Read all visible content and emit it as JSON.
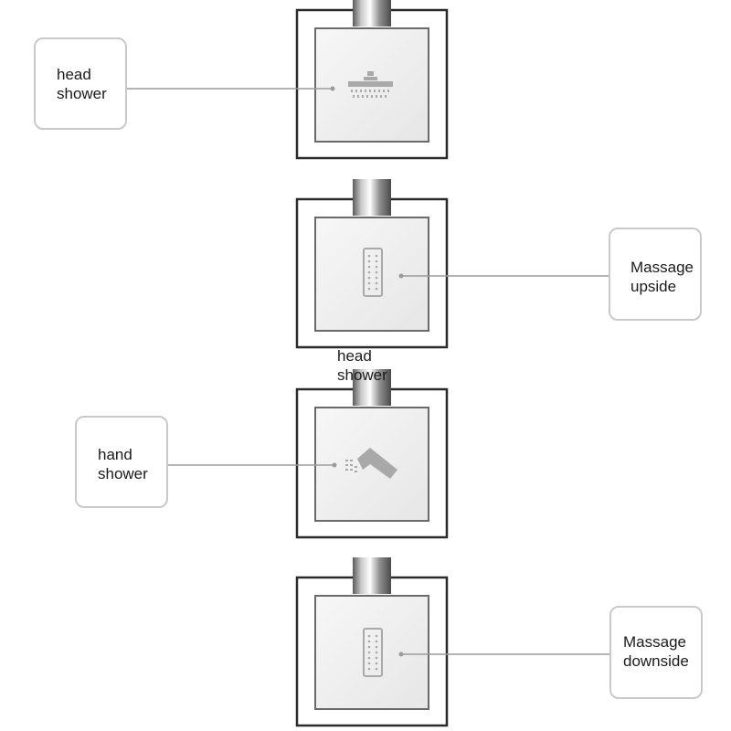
{
  "valves": [
    {
      "label_line1": "head",
      "label_line2": "shower",
      "icon": "head-shower-icon"
    },
    {
      "label_line1": "Massage",
      "label_line2": "upside",
      "icon": "massage-jet-icon"
    },
    {
      "label_line1": "hand",
      "label_line2": "shower",
      "icon": "hand-shower-icon"
    },
    {
      "label_line1": "Massage",
      "label_line2": "downside",
      "icon": "massage-jet-icon"
    }
  ],
  "overlay": {
    "line1": "head",
    "line2": "shower"
  },
  "colors": {
    "frame": "#2a2a2a",
    "panel_inner": "#f1f1f1",
    "chrome": "#9a9a9a",
    "leader_line": "#9b9b9b",
    "callout_border": "#c9c9c9"
  }
}
